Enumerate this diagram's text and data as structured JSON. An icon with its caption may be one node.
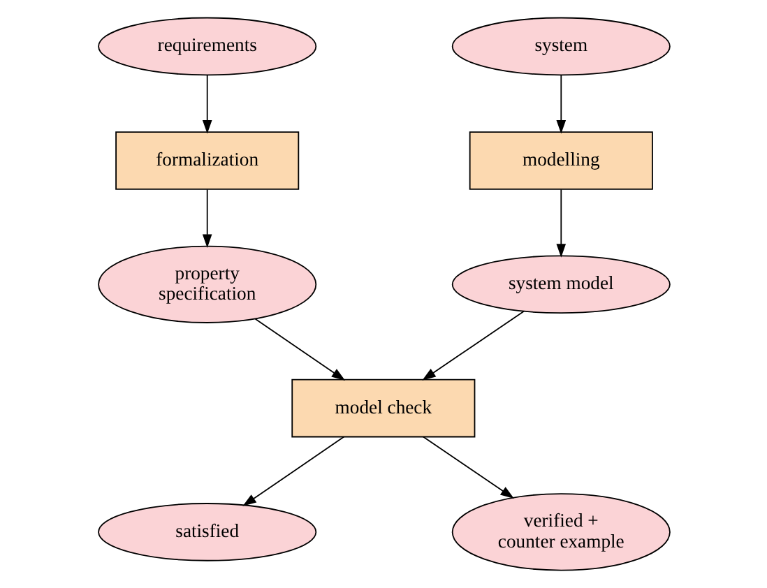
{
  "diagram": {
    "nodes": [
      {
        "text": [
          "requirements"
        ]
      },
      {
        "text": [
          "formalization"
        ]
      },
      {
        "text": [
          "property specification"
        ]
      },
      {
        "text": [
          "system"
        ]
      },
      {
        "text": [
          "modelling"
        ]
      },
      {
        "text": [
          "system model"
        ]
      },
      {
        "text": [
          "model check"
        ]
      },
      {
        "text": [
          "satisfied"
        ]
      },
      {
        "text": [
          "verified + counter example"
        ]
      }
    ],
    "edges": [
      {
        "from": 0,
        "to": 1,
        "arrow": "to"
      },
      {
        "from": 1,
        "to": 2,
        "arrow": "to"
      },
      {
        "from": 2,
        "to": 6,
        "arrow": "to"
      },
      {
        "from": 3,
        "to": 4,
        "arrow": "to"
      },
      {
        "from": 4,
        "to": 5,
        "arrow": "to"
      },
      {
        "from": 5,
        "to": 6,
        "arrow": "to"
      },
      {
        "from": 6,
        "to": 7,
        "arrow": "to"
      },
      {
        "from": 6,
        "to": 8,
        "arrow": "to"
      }
    ]
  }
}
